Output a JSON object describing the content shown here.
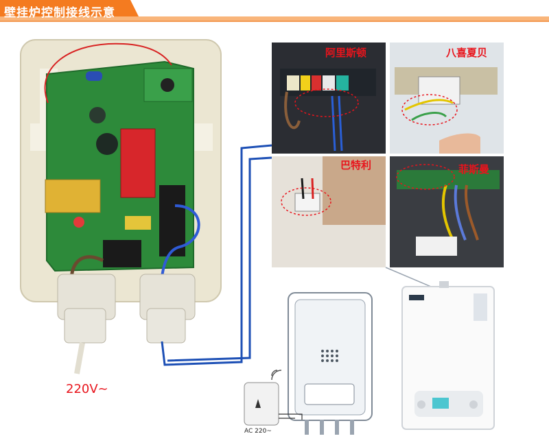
{
  "banner": {
    "title": "壁挂炉控制接线示意",
    "color": "#f47b20",
    "tail_color": "#f9b57a"
  },
  "photos": {
    "top_left": {
      "brand": "阿里斯顿"
    },
    "top_right": {
      "brand": "八喜夏贝"
    },
    "bottom_left": {
      "brand": "巴特利"
    },
    "bottom_right": {
      "brand": "菲斯曼"
    }
  },
  "controller": {
    "power_label": "220V~"
  },
  "sensor": {
    "label": "AC 220~"
  },
  "colors": {
    "wire_blue": "#1c4fb5",
    "label_red": "#e8141c",
    "pcb_green": "#2d8a3a"
  }
}
